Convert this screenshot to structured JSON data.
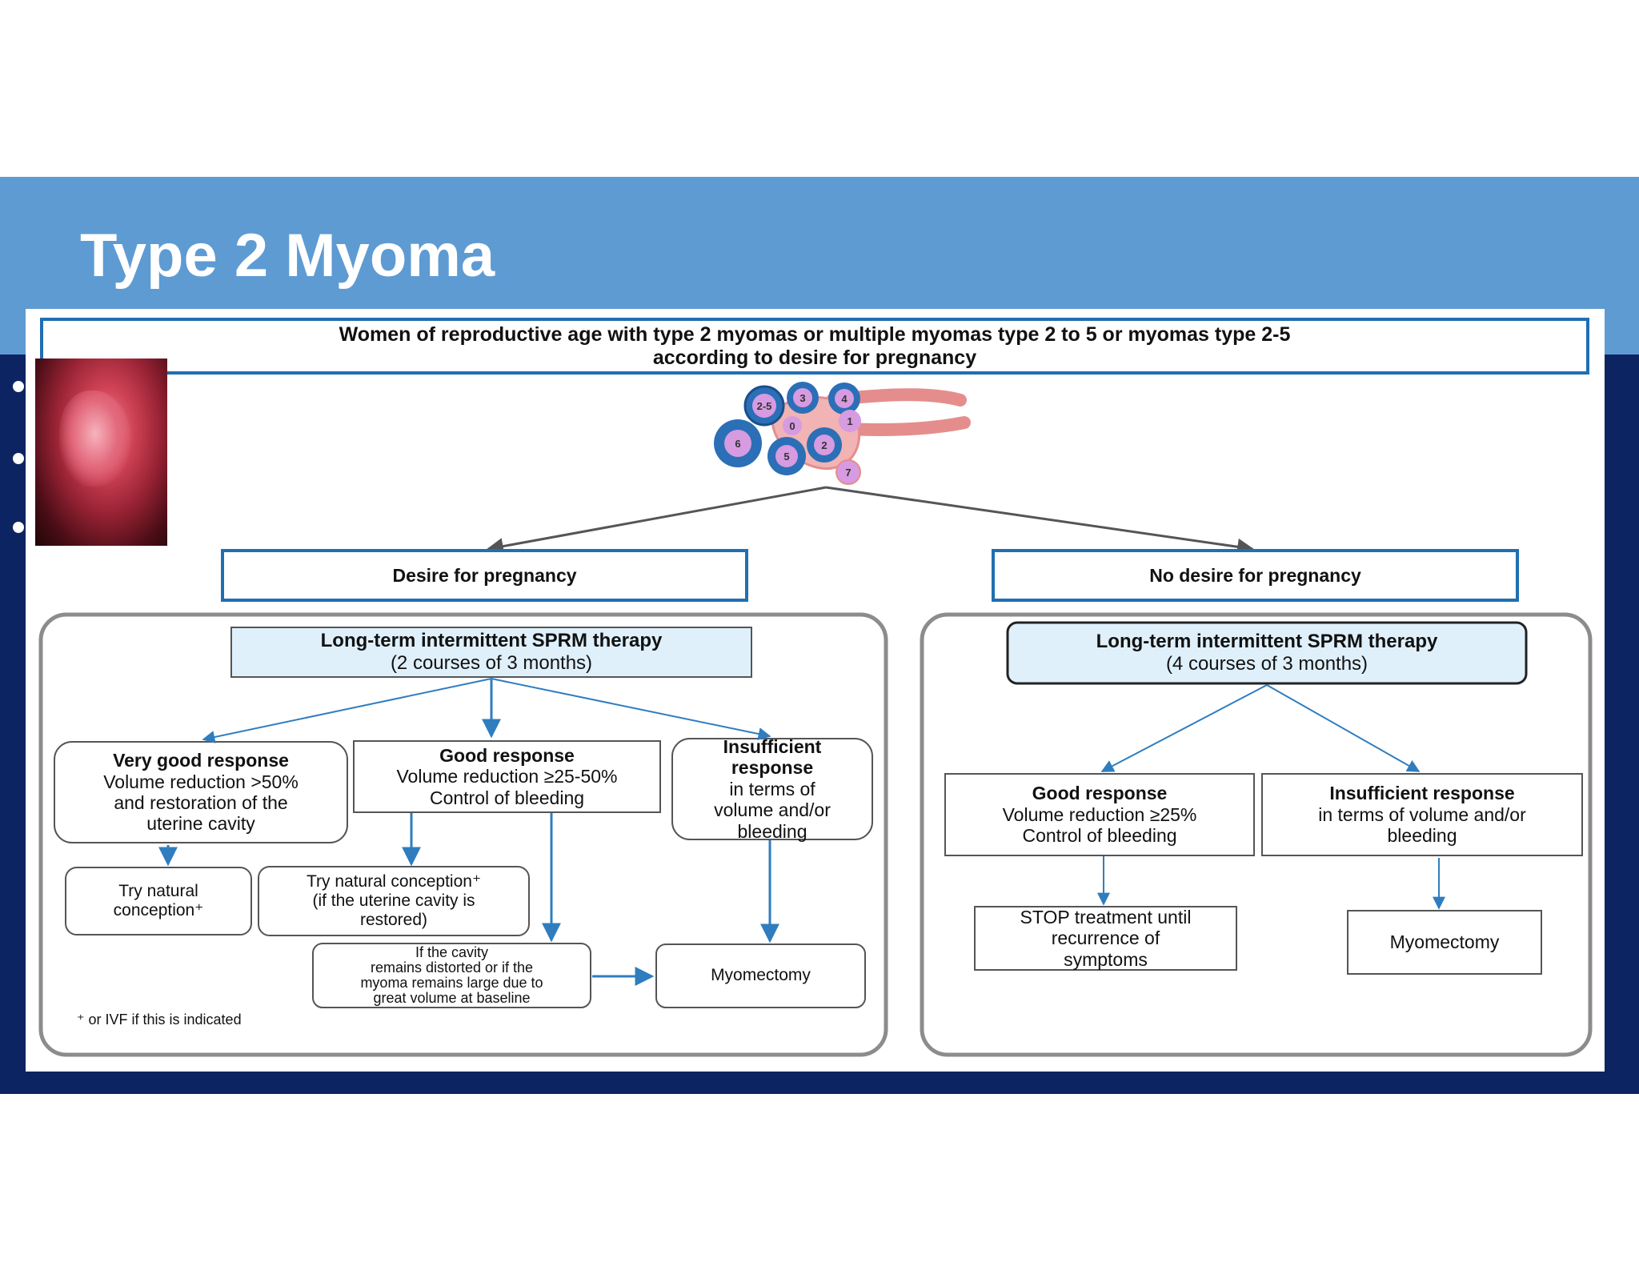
{
  "slide": {
    "title": "Type 2 Myoma"
  },
  "flowchart": {
    "header": {
      "line1": "Women of reproductive age with type 2 myomas or multiple myomas type 2 to 5 or myomas type 2-5",
      "line2": "according to desire for pregnancy"
    },
    "uterus_labels": [
      "2-5",
      "3",
      "4",
      "0",
      "1",
      "6",
      "5",
      "2",
      "7"
    ],
    "left": {
      "branch": "Desire for pregnancy",
      "therapy_title": "Long-term intermittent SPRM therapy",
      "therapy_sub": "(2 courses of 3 months)",
      "very_good": {
        "title": "Very good response",
        "l1": "Volume reduction >50%",
        "l2": "and restoration of  the",
        "l3": "uterine cavity"
      },
      "good": {
        "title": "Good response",
        "l1": "Volume reduction ≥25-50%",
        "l2": "Control of bleeding"
      },
      "insufficient": {
        "t1": "Insufficient",
        "t2": "response",
        "l1": "in terms of",
        "l2": "volume and/or",
        "l3": "bleeding"
      },
      "try_natural": {
        "l1": "Try natural",
        "l2": "conception⁺"
      },
      "try_natural_cavity": {
        "l1": "Try natural conception⁺",
        "l2": "(if the uterine cavity is",
        "l3": "restored)"
      },
      "cavity_distorted": {
        "l1": "If the cavity",
        "l2": "remains distorted or if the",
        "l3": "myoma remains large due to",
        "l4": "great volume at baseline"
      },
      "myomectomy": "Myomectomy",
      "footnote": "⁺ or IVF if this is indicated"
    },
    "right": {
      "branch": "No desire for pregnancy",
      "therapy_title": "Long-term intermittent SPRM therapy",
      "therapy_sub": "(4 courses of 3 months)",
      "good": {
        "title": "Good response",
        "l1": "Volume reduction ≥25%",
        "l2": "Control of bleeding"
      },
      "insufficient": {
        "title": "Insufficient response",
        "l1": "in terms of volume and/or",
        "l2": "bleeding"
      },
      "stop": {
        "l1": "STOP treatment until",
        "l2": "recurrence of",
        "l3": "symptoms"
      },
      "myomectomy": "Myomectomy"
    }
  },
  "colors": {
    "band_light": "#5e9bd3",
    "band_dark": "#0c2461",
    "box_blue": "#1f6fb2",
    "therapy_fill": "#dff0fb",
    "arrow_blue": "#2f7dbf",
    "panel_grey": "#8c8c8c"
  }
}
